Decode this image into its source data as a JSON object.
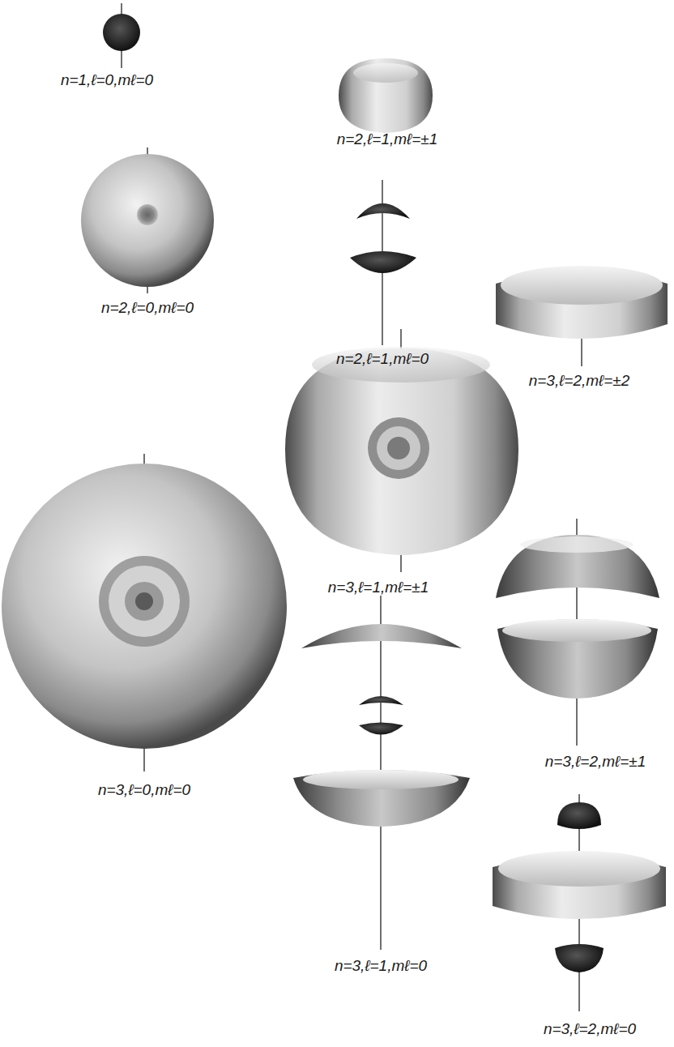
{
  "diagram": {
    "labels": [
      "n=1,ℓ=0,mℓ=0",
      "n=2,ℓ=0,mℓ=0",
      "n=2,ℓ=1,mℓ=±1",
      "n=2,ℓ=1,mℓ=0",
      "n=3,ℓ=2,mℓ=±2",
      "n=3,ℓ=1,mℓ=±1",
      "n=3,ℓ=2,mℓ=±1",
      "n=3,ℓ=0,mℓ=0",
      "n=3,ℓ=1,mℓ=0",
      "n=3,ℓ=2,mℓ=0"
    ]
  }
}
